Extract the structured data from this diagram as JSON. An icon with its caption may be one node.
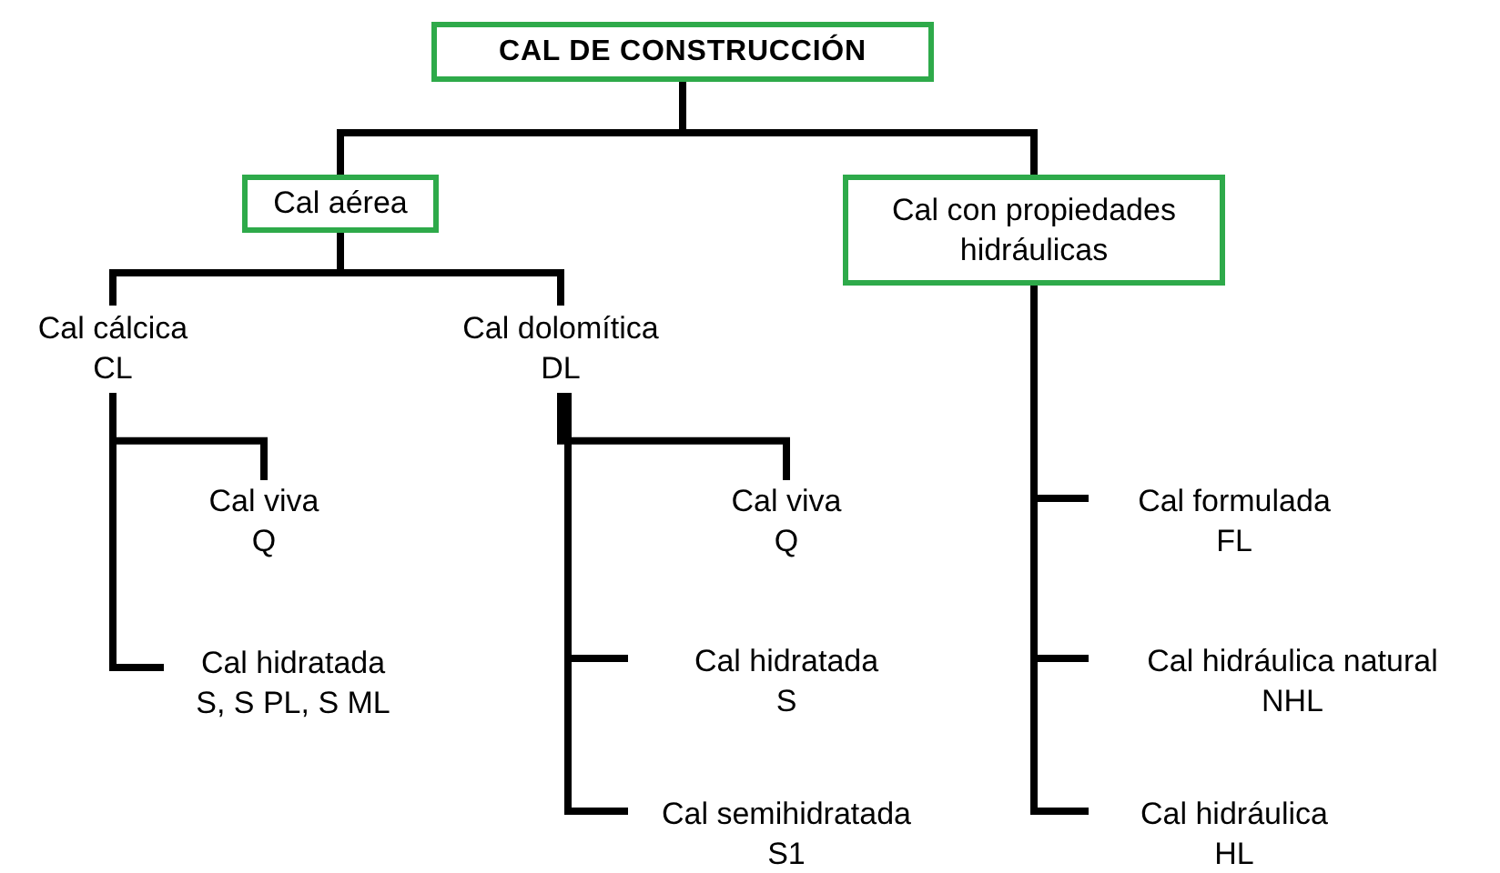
{
  "diagram": {
    "nodes": [
      {
        "text": [
          "CAL DE CONSTRUCCIÓN"
        ]
      },
      {
        "text": [
          "Cal aérea"
        ]
      },
      {
        "text": [
          "Cal con propiedades hidráulicas"
        ]
      },
      {
        "text": [
          "Cal cálcica",
          "CL"
        ]
      },
      {
        "text": [
          "Cal dolomítica",
          "DL"
        ]
      },
      {
        "text": [
          "Cal viva",
          "Q"
        ]
      },
      {
        "text": [
          "Cal hidratada",
          "S, S PL, S ML"
        ]
      },
      {
        "text": [
          "Cal viva",
          "Q"
        ]
      },
      {
        "text": [
          "Cal hidratada",
          "S"
        ]
      },
      {
        "text": [
          "Cal semihidratada",
          "S1"
        ]
      },
      {
        "text": [
          "Cal formulada",
          "FL"
        ]
      },
      {
        "text": [
          "Cal hidráulica natural",
          "NHL"
        ]
      },
      {
        "text": [
          "Cal hidráulica",
          "HL"
        ]
      }
    ],
    "edges": [
      {
        "from": 0,
        "to": 1,
        "arrow": "none"
      },
      {
        "from": 0,
        "to": 2,
        "arrow": "none"
      },
      {
        "from": 1,
        "to": 3,
        "arrow": "none"
      },
      {
        "from": 1,
        "to": 4,
        "arrow": "none"
      },
      {
        "from": 3,
        "to": 5,
        "arrow": "none"
      },
      {
        "from": 3,
        "to": 6,
        "arrow": "none"
      },
      {
        "from": 4,
        "to": 7,
        "arrow": "none"
      },
      {
        "from": 4,
        "to": 8,
        "arrow": "none"
      },
      {
        "from": 4,
        "to": 9,
        "arrow": "none"
      },
      {
        "from": 2,
        "to": 10,
        "arrow": "none"
      },
      {
        "from": 2,
        "to": 11,
        "arrow": "none"
      },
      {
        "from": 2,
        "to": 12,
        "arrow": "none"
      }
    ]
  }
}
